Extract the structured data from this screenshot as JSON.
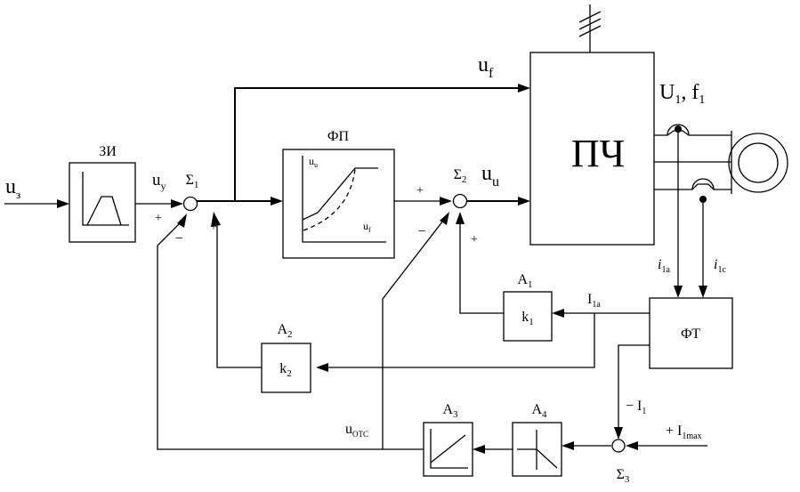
{
  "blocks": {
    "zi": {
      "label": "ЗИ"
    },
    "fp": {
      "label": "ФП",
      "inner_y": "u",
      "inner_y_sub": "u",
      "inner_x": "u",
      "inner_x_sub": "f"
    },
    "pch": {
      "label": "ПЧ"
    },
    "ft": {
      "label": "ФТ"
    },
    "a1": {
      "name": "A",
      "name_sub": "1",
      "gain": "k",
      "gain_sub": "1"
    },
    "a2": {
      "name": "A",
      "name_sub": "2",
      "gain": "k",
      "gain_sub": "2"
    },
    "a3": {
      "name": "A",
      "name_sub": "3"
    },
    "a4": {
      "name": "A",
      "name_sub": "4"
    }
  },
  "summers": {
    "s1": {
      "name": "Σ",
      "sub": "1"
    },
    "s2": {
      "name": "Σ",
      "sub": "2"
    },
    "s3": {
      "name": "Σ",
      "sub": "3"
    }
  },
  "signals": {
    "u3": {
      "main": "u",
      "sub": "з"
    },
    "uy": {
      "main": "u",
      "sub": "y"
    },
    "uf": {
      "main": "u",
      "sub": "f"
    },
    "uu": {
      "main": "u",
      "sub": "u"
    },
    "U1f1": {
      "a": "U",
      "a_sub": "1",
      "sep": ", ",
      "b": "f",
      "b_sub": "1"
    },
    "i1a": {
      "main": "i",
      "sub": "1a"
    },
    "i1c": {
      "main": "i",
      "sub": "1c"
    },
    "I1a": {
      "main": "I",
      "sub": "1a"
    },
    "minusI1": {
      "main": "− I",
      "sub": "1"
    },
    "plusI1max": {
      "main": "+ I",
      "sub": "1max"
    },
    "uotc": {
      "main": "u",
      "sub": "OTC"
    }
  },
  "signs": {
    "plus": "+",
    "minus": "−"
  }
}
